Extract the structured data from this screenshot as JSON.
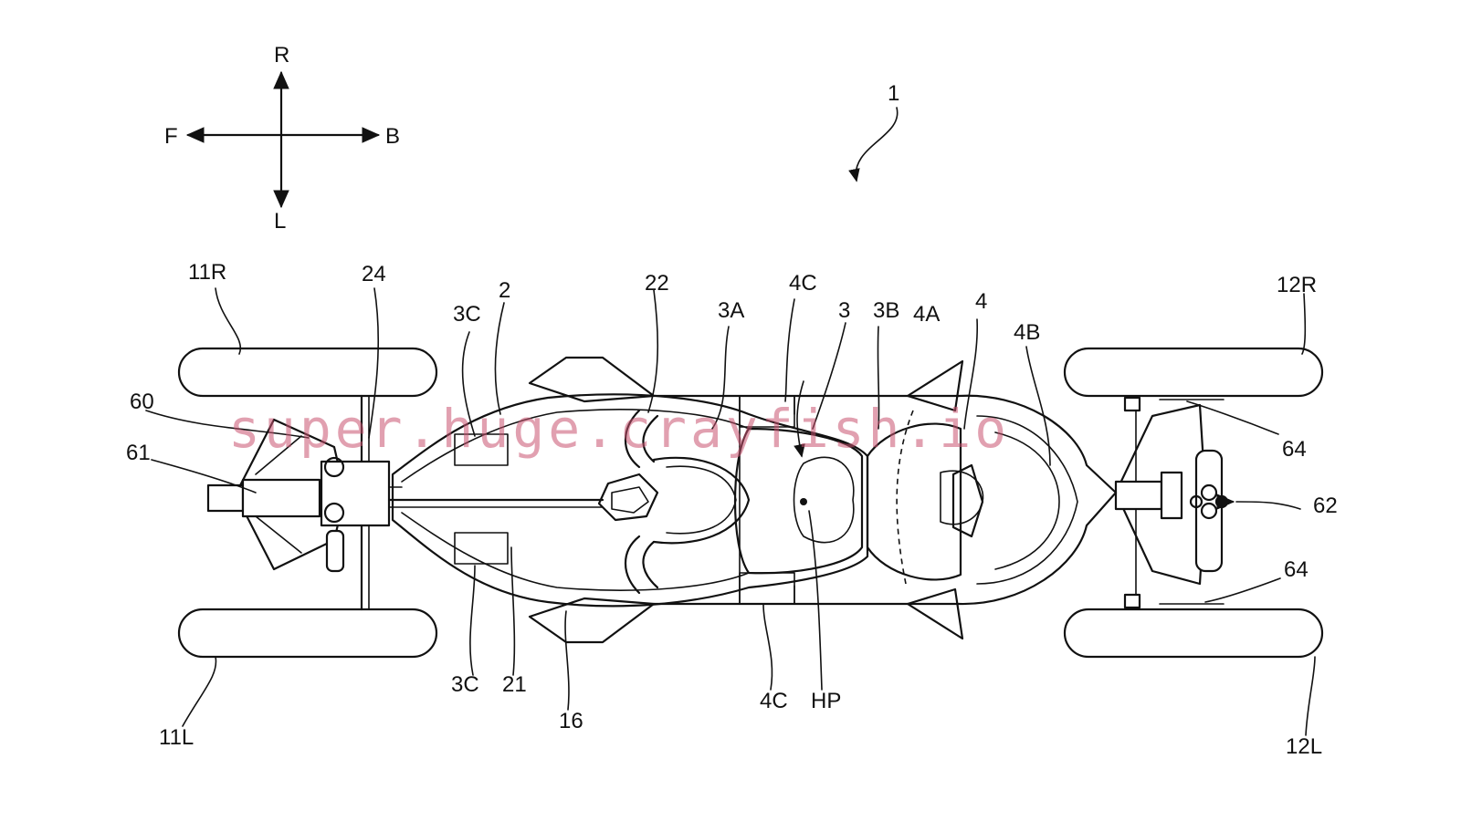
{
  "directions": {
    "right": "R",
    "left": "L",
    "front": "F",
    "back": "B"
  },
  "figure": {
    "ref": "1"
  },
  "labels": {
    "l_11R": "11R",
    "l_24": "24",
    "l_3C_top": "3C",
    "l_2": "2",
    "l_22": "22",
    "l_3A": "3A",
    "l_4C_top": "4C",
    "l_3": "3",
    "l_3B": "3B",
    "l_4A": "4A",
    "l_4": "4",
    "l_4B": "4B",
    "l_12R": "12R",
    "l_60": "60",
    "l_61": "61",
    "l_64_top": "64",
    "l_62": "62",
    "l_64_bot": "64",
    "l_3C_bot": "3C",
    "l_21": "21",
    "l_16": "16",
    "l_4C_bot": "4C",
    "l_HP": "HP",
    "l_11L": "11L",
    "l_12L": "12L"
  },
  "watermark": "super.huge.crayfish.io",
  "colors": {
    "line": "#111111",
    "watermark": "#c9526f",
    "background": "#ffffff"
  }
}
